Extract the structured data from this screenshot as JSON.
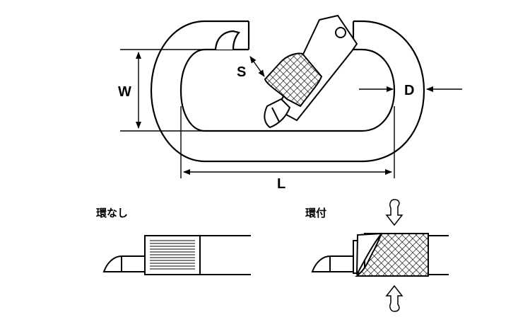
{
  "labels": {
    "w": "W",
    "s": "S",
    "d": "D",
    "l": "L"
  },
  "captions": {
    "without_ring": "環なし",
    "with_ring": "環付"
  }
}
